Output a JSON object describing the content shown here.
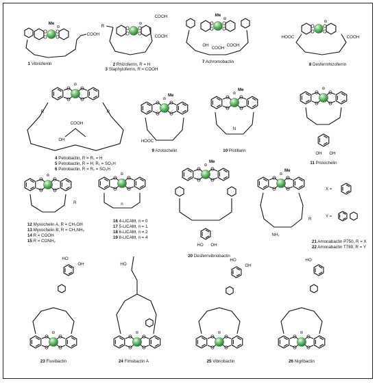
{
  "metal_center": {
    "charge_symbol": "⊖",
    "methyl": "Me",
    "sphere_color": "#4caf50"
  },
  "compounds": [
    {
      "num": "1",
      "name": "Vibrioferrin"
    },
    {
      "num": "2",
      "name": "Rhizoferrin, R = H"
    },
    {
      "num": "3",
      "name": "Staphyloferrin, R = COOH"
    },
    {
      "num": "7",
      "name": "Achromobactin"
    },
    {
      "num": "8",
      "name": "Desferrirhizoferrin"
    },
    {
      "num": "4",
      "name": "Petrobactin, R = R₁ = H"
    },
    {
      "num": "5",
      "name": "Petrobactin, R = H, R₁ = SO₃H"
    },
    {
      "num": "6",
      "name": "Petrobactin, R = R₁ = SO₃H"
    },
    {
      "num": "9",
      "name": "Azotochelin"
    },
    {
      "num": "10",
      "name": "Pistillarin"
    },
    {
      "num": "11",
      "name": "Protochelin"
    },
    {
      "num": "12",
      "name": "Myxochelin A, R = CH₂OH"
    },
    {
      "num": "13",
      "name": "Myxochelin B, R = CH₂NH₂"
    },
    {
      "num": "14",
      "name": "R = COOH"
    },
    {
      "num": "15",
      "name": "R = CONH₂"
    },
    {
      "num": "16",
      "name": "4-LICAM, n = 0"
    },
    {
      "num": "17",
      "name": "5-LICAM, n = 1"
    },
    {
      "num": "18",
      "name": "6-LICAM, n = 2"
    },
    {
      "num": "19",
      "name": "8-LICAM, n = 4"
    },
    {
      "num": "20",
      "name": "Desferrivibriobactin"
    },
    {
      "num": "21",
      "name": "Amonabactin P750, R = X"
    },
    {
      "num": "22",
      "name": "Amonabactin T789, R = Y"
    },
    {
      "num": "23",
      "name": "Fluvibactin"
    },
    {
      "num": "24",
      "name": "Fimsbactin A"
    },
    {
      "num": "25",
      "name": "Vibriobactin"
    },
    {
      "num": "26",
      "name": "Nigribactin"
    }
  ],
  "amonabactin_substituents": {
    "x_label": "X =",
    "y_label": "Y ="
  },
  "atom_labels": {
    "cooh": "COOH",
    "hooc": "HOOC",
    "oh": "OH",
    "ho": "HO",
    "nh2": "NH₂",
    "n": "N",
    "r": "R",
    "ho_n": "HO",
    "n_count": "n"
  }
}
